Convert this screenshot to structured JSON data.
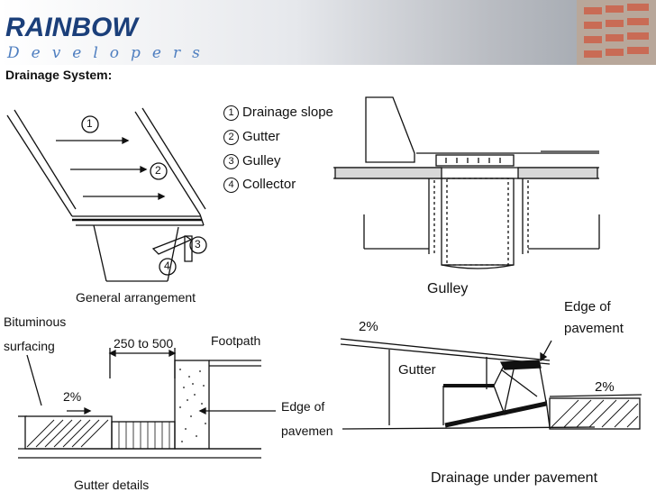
{
  "brand": {
    "name": "RAINBOW",
    "subtitle": "Developers"
  },
  "title": "Drainage System:",
  "legend": [
    {
      "num": "1",
      "label": "Drainage slope"
    },
    {
      "num": "2",
      "label": "Gutter"
    },
    {
      "num": "3",
      "label": "Gulley"
    },
    {
      "num": "4",
      "label": "Collector"
    }
  ],
  "arrangement": {
    "caption": "General arrangement",
    "markers": [
      "1",
      "2",
      "3",
      "4"
    ]
  },
  "gulley": {
    "caption": "Gulley"
  },
  "gutter_details": {
    "caption": "Gutter details",
    "bituminous_1": "Bituminous",
    "bituminous_2": "surfacing",
    "width": "250 to 500",
    "footpath": "Footpath",
    "slope": "2%",
    "edge_1": "Edge of",
    "edge_2": "pavemen"
  },
  "under_pavement": {
    "caption": "Drainage under pavement",
    "edge_1": "Edge of",
    "edge_2": "pavement",
    "slope_left": "2%",
    "slope_right": "2%",
    "gutter": "Gutter"
  },
  "colors": {
    "brand": "#1b3f7a",
    "brand_sub": "#4f7fc0",
    "line": "#111111"
  }
}
